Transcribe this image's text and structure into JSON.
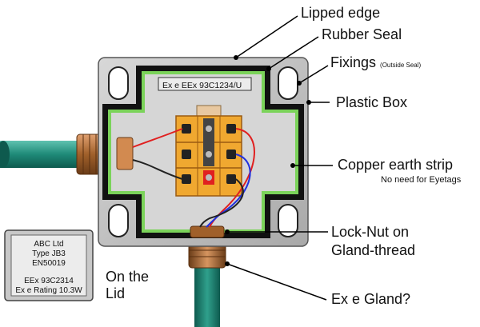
{
  "labels": {
    "lipped_edge": "Lipped edge",
    "rubber_seal": "Rubber Seal",
    "fixings": "Fixings",
    "fixings_note": "(Outside Seal)",
    "plastic_box": "Plastic Box",
    "copper_earth_strip": "Copper earth strip",
    "copper_note": "No need for Eyetags",
    "lock_nut_line1": "Lock-Nut on",
    "lock_nut_line2": "Gland-thread",
    "ex_gland": "Ex e Gland?",
    "on_the_lid_line1": "On the",
    "on_the_lid_line2": "Lid"
  },
  "box_label": "Ex e  EEx 93C1234/U",
  "lid_plate": {
    "line1": "ABC Ltd",
    "line2": "Type JB3",
    "line3": "EN50019",
    "line4": "EEx 93C2314",
    "line5": "Ex e Rating 10.3W"
  },
  "colors": {
    "box": "#c8c8c8",
    "seal": "#111111",
    "earth_strip": "#7bd35a",
    "terminal": "#f0a830",
    "cable": "#1f8a78",
    "gland": "#b87333"
  }
}
